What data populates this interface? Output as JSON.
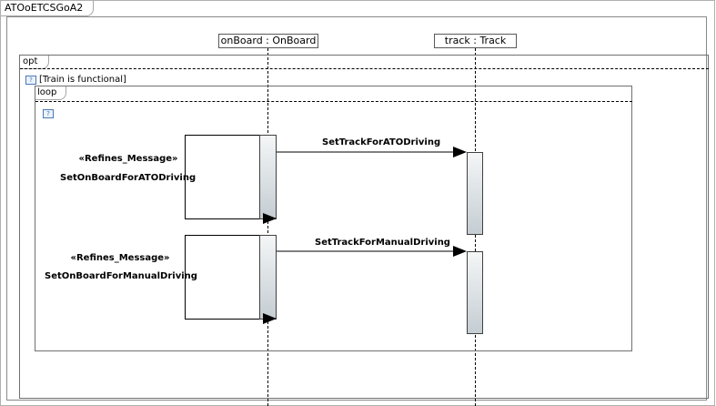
{
  "diagram": {
    "title": "ATOoETCSGoA2",
    "lifelines": {
      "onboard": "onBoard : OnBoard",
      "track": "track : Track"
    },
    "fragments": {
      "opt_label": "opt",
      "opt_guard": "[Train is functional]",
      "loop_label": "loop",
      "guard_icon": "?"
    },
    "messages": [
      {
        "label": "SetTrackForATODriving"
      },
      {
        "label": "SetTrackForManualDriving"
      }
    ],
    "refs": [
      {
        "stereotype": "«Refines_Message»",
        "name": "SetOnBoardForATODriving"
      },
      {
        "stereotype": "«Refines_Message»",
        "name": "SetOnBoardForManualDriving"
      }
    ]
  }
}
